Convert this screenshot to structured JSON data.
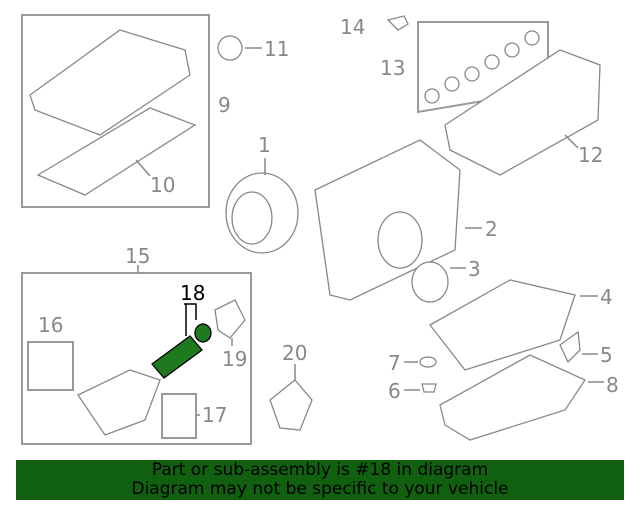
{
  "diagram": {
    "callouts": [
      "1",
      "2",
      "3",
      "4",
      "5",
      "6",
      "7",
      "8",
      "9",
      "10",
      "11",
      "12",
      "13",
      "14",
      "15",
      "16",
      "17",
      "18",
      "19",
      "20"
    ],
    "highlight_part": "18",
    "highlight_color": "#1f7a1f"
  },
  "banner": {
    "line1": "Part or sub-assembly is #18 in diagram",
    "line2": "Diagram may not be specific to your vehicle",
    "color": "#106010"
  }
}
